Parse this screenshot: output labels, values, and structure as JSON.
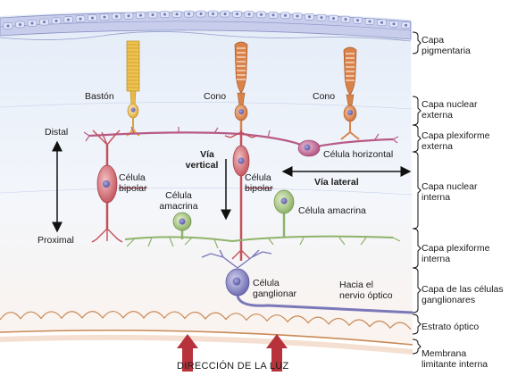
{
  "cells": {
    "rod": "Bastón",
    "cone_left": "Cono",
    "cone_right": "Cono",
    "bipolar_left_1": "Célula",
    "bipolar_left_2": "bipolar",
    "bipolar_center_1": "Célula",
    "bipolar_center_2": "bipolar",
    "horizontal": "Célula horizontal",
    "amacrine_left_1": "Célula",
    "amacrine_left_2": "amacrina",
    "amacrine_right": "Célula amacrina",
    "ganglion_1": "Célula",
    "ganglion_2": "ganglionar",
    "optic_nerve_1": "Hacia el",
    "optic_nerve_2": "nervio óptico"
  },
  "pathways": {
    "vertical_1": "Vía",
    "vertical_2": "vertical",
    "lateral": "Vía lateral"
  },
  "axis": {
    "distal": "Distal",
    "proximal": "Proximal"
  },
  "layers": [
    {
      "line1": "Capa",
      "line2": "pigmentaria"
    },
    {
      "line1": "Capa nuclear",
      "line2": "externa"
    },
    {
      "line1": "Capa plexiforme",
      "line2": "externa"
    },
    {
      "line1": "Capa nuclear",
      "line2": "interna"
    },
    {
      "line1": "Capa plexiforme",
      "line2": "interna"
    },
    {
      "line1": "Capa de las células",
      "line2": "ganglionares"
    },
    {
      "line1": "Estrato óptico",
      "line2": ""
    },
    {
      "line1": "Membrana",
      "line2": "limitante interna"
    }
  ],
  "light_direction": "DIRECCIÓN DE LA LUZ",
  "colors": {
    "pigment": "#c7cdeb",
    "cone": "#d9834a",
    "rod": "#e8b84a",
    "bipolar": "#c4505a",
    "horizontal": "#b85a86",
    "amacrine": "#8fb36a",
    "ganglion": "#7a78b8",
    "optic_fiber": "#c98a56",
    "arrow_light": "#b8323c"
  }
}
